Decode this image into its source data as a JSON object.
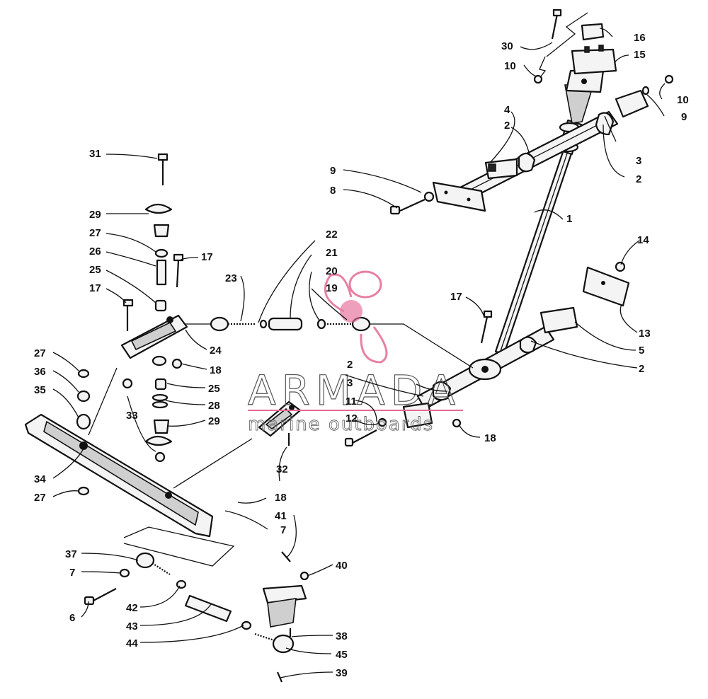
{
  "watermark": {
    "brand": "ARMADA",
    "tagline": "marine outboards",
    "accent_color": "#e46a94"
  },
  "callouts": [
    "1",
    "2",
    "3",
    "4",
    "5",
    "6",
    "7",
    "8",
    "9",
    "10",
    "11",
    "12",
    "13",
    "14",
    "15",
    "16",
    "17",
    "18",
    "19",
    "20",
    "21",
    "22",
    "23",
    "24",
    "25",
    "26",
    "27",
    "28",
    "29",
    "30",
    "31",
    "32",
    "33",
    "34",
    "35",
    "36",
    "37",
    "38",
    "39",
    "40",
    "41",
    "42",
    "43",
    "44",
    "45"
  ],
  "colors": {
    "ink": "#111111",
    "paper": "#ffffff"
  }
}
